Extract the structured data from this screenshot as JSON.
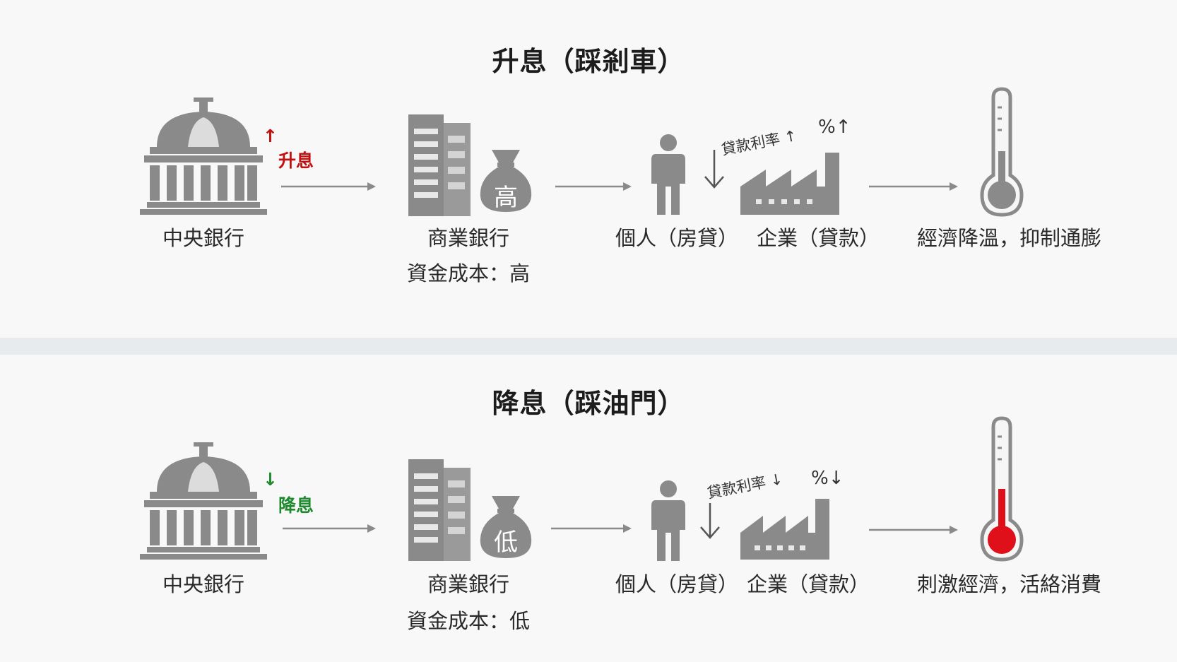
{
  "colors": {
    "icon_gray": "#8a8a8a",
    "dark_gray": "#6e6e6e",
    "up_red": "#c01010",
    "down_green": "#1e8a2e",
    "therm_red": "#e0101a"
  },
  "top": {
    "title": "升息（踩剎車）",
    "central_bank_label": "中央銀行",
    "rate_change": "升息",
    "rate_arrow": "↑",
    "bank_label": "商業銀行",
    "bank_cost": "資金成本：高",
    "money_bag_char": "高",
    "person_label": "個人（房貸）",
    "company_label": "企業（貸款）",
    "loan_rate_text": "貸款利率 ↑",
    "percent_text": "%↑",
    "outcome": "經濟降溫，抑制通膨",
    "thermometer_level": 0.35
  },
  "bottom": {
    "title": "降息（踩油門）",
    "central_bank_label": "中央銀行",
    "rate_change": "降息",
    "rate_arrow": "↓",
    "bank_label": "商業銀行",
    "bank_cost": "資金成本：低",
    "money_bag_char": "低",
    "person_label": "個人（房貸）",
    "company_label": "企業（貸款）",
    "loan_rate_text": "貸款利率 ↓",
    "percent_text": "%↓",
    "outcome": "刺激經濟，活絡消費",
    "thermometer_level": 0.65
  },
  "icons": [
    "central-bank-icon",
    "office-building-icon",
    "money-bag-icon",
    "person-icon",
    "factory-icon",
    "thermometer-icon",
    "arrow-right-icon",
    "down-arrow-icon"
  ]
}
